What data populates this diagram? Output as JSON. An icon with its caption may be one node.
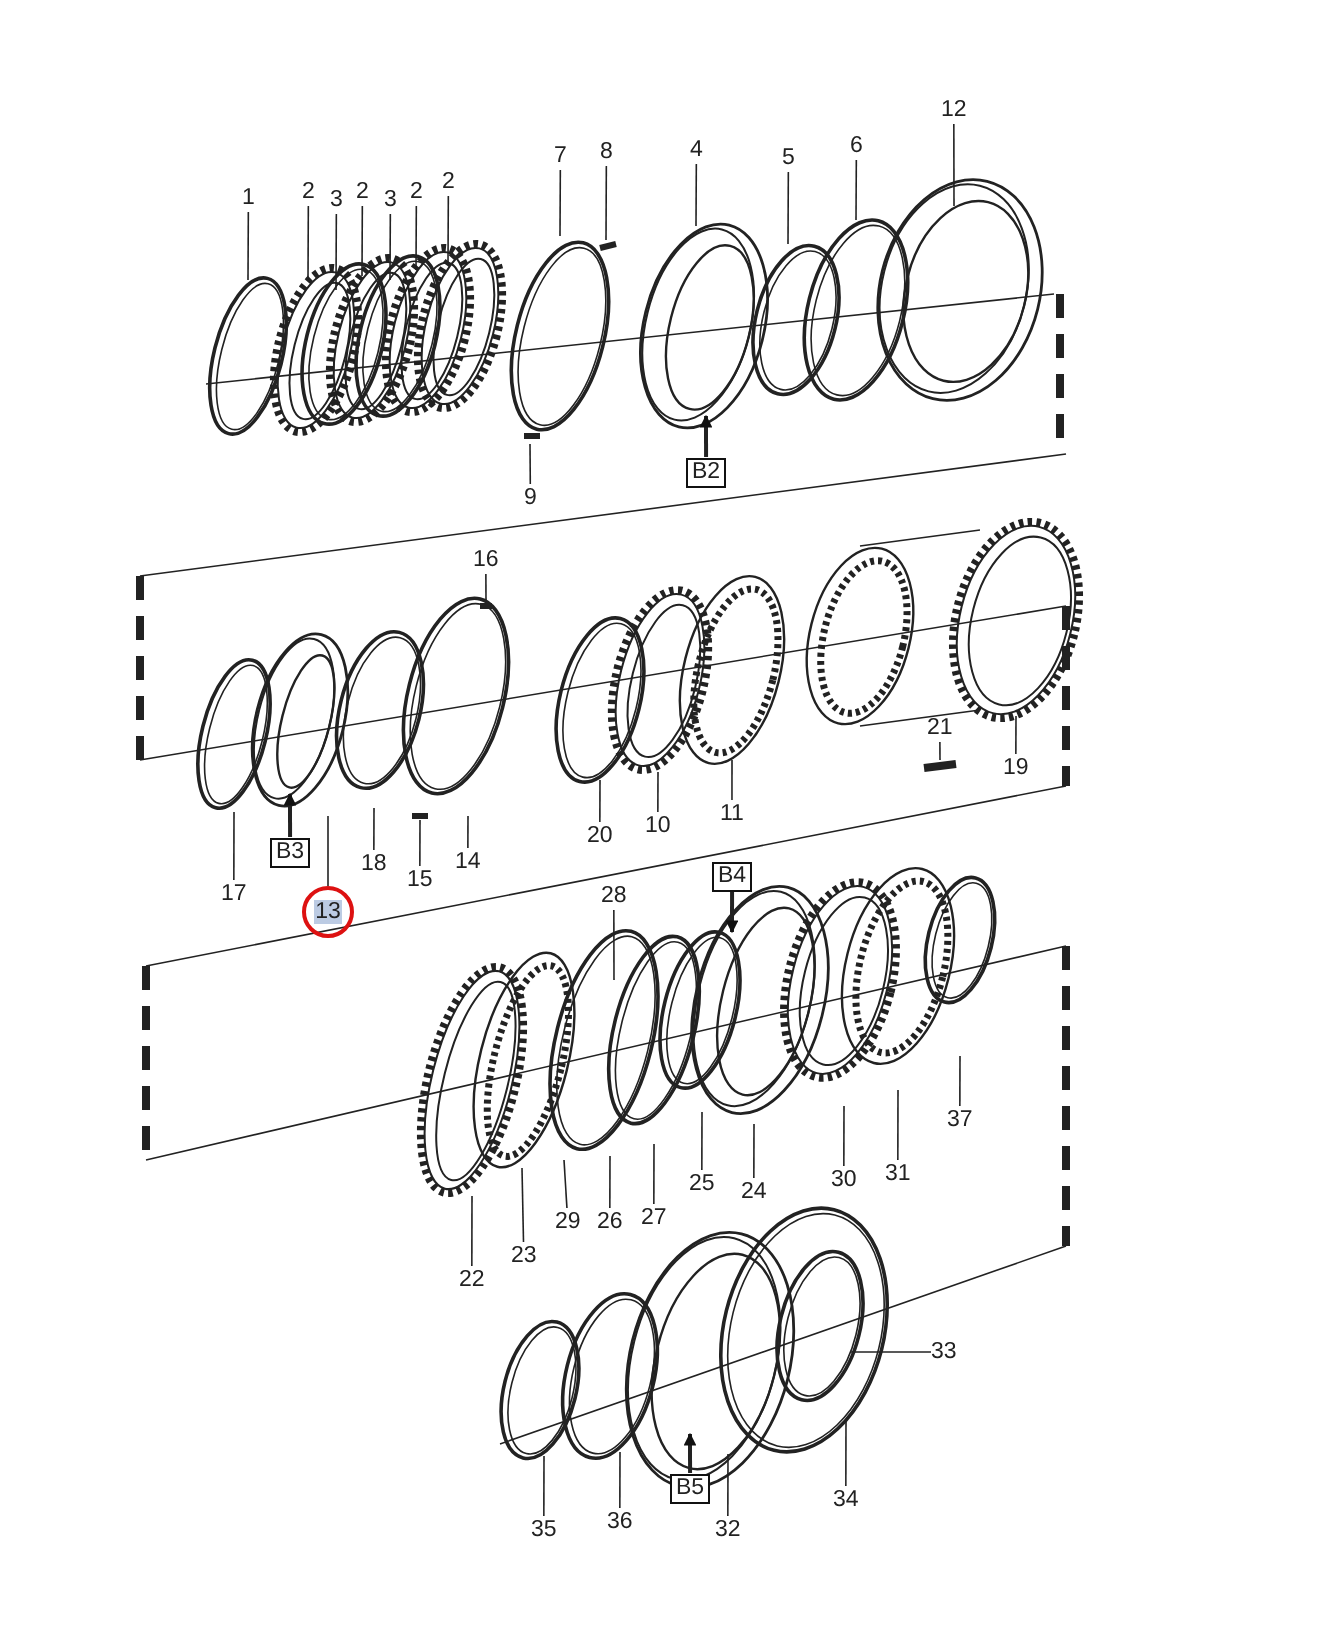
{
  "diagram": {
    "nodes": [
      {
        "text": [
          "12"
        ]
      },
      {
        "text": [
          "8"
        ]
      },
      {
        "text": [
          "6"
        ]
      },
      {
        "text": [
          "4"
        ]
      },
      {
        "text": [
          "7"
        ]
      },
      {
        "text": [
          "5"
        ]
      },
      {
        "text": [
          "2"
        ]
      },
      {
        "text": [
          "1"
        ]
      },
      {
        "text": [
          "2"
        ]
      },
      {
        "text": [
          "3"
        ]
      },
      {
        "text": [
          "2"
        ]
      },
      {
        "text": [
          "3"
        ]
      },
      {
        "text": [
          "2"
        ]
      },
      {
        "text": [
          "B2"
        ]
      },
      {
        "text": [
          "9"
        ]
      },
      {
        "text": [
          "16"
        ]
      },
      {
        "text": [
          "21"
        ]
      },
      {
        "text": [
          "19"
        ]
      },
      {
        "text": [
          "11"
        ]
      },
      {
        "text": [
          "10"
        ]
      },
      {
        "text": [
          "20"
        ]
      },
      {
        "text": [
          "B3"
        ]
      },
      {
        "text": [
          "18"
        ]
      },
      {
        "text": [
          "14"
        ]
      },
      {
        "text": [
          "B4"
        ]
      },
      {
        "text": [
          "15"
        ]
      },
      {
        "text": [
          "17"
        ]
      },
      {
        "text": [
          "28"
        ]
      },
      {
        "text": [
          "13"
        ]
      },
      {
        "text": [
          "37"
        ]
      },
      {
        "text": [
          "31"
        ]
      },
      {
        "text": [
          "30"
        ]
      },
      {
        "text": [
          "25"
        ]
      },
      {
        "text": [
          "24"
        ]
      },
      {
        "text": [
          "27"
        ]
      },
      {
        "text": [
          "29"
        ]
      },
      {
        "text": [
          "26"
        ]
      },
      {
        "text": [
          "23"
        ]
      },
      {
        "text": [
          "22"
        ]
      },
      {
        "text": [
          "33"
        ]
      },
      {
        "text": [
          "B5"
        ]
      },
      {
        "text": [
          "34"
        ]
      },
      {
        "text": [
          "36"
        ]
      },
      {
        "text": [
          "35"
        ]
      },
      {
        "text": [
          "32"
        ]
      }
    ],
    "edges": [
      {
        "from": 0,
        "to": null,
        "arrow": "none"
      },
      {
        "from": 1,
        "to": null,
        "arrow": "none"
      },
      {
        "from": 2,
        "to": null,
        "arrow": "none"
      },
      {
        "from": 3,
        "to": null,
        "arrow": "none"
      },
      {
        "from": 4,
        "to": null,
        "arrow": "none"
      },
      {
        "from": 5,
        "to": null,
        "arrow": "none"
      },
      {
        "from": 6,
        "to": null,
        "arrow": "none"
      },
      {
        "from": 7,
        "to": null,
        "arrow": "none"
      },
      {
        "from": 8,
        "to": null,
        "arrow": "none"
      },
      {
        "from": 9,
        "to": null,
        "arrow": "none"
      },
      {
        "from": 10,
        "to": null,
        "arrow": "none"
      },
      {
        "from": 11,
        "to": null,
        "arrow": "none"
      },
      {
        "from": 12,
        "to": null,
        "arrow": "none"
      },
      {
        "from": 13,
        "to": null,
        "arrow": "to"
      },
      {
        "from": 14,
        "to": null,
        "arrow": "none"
      },
      {
        "from": 15,
        "to": null,
        "arrow": "none"
      },
      {
        "from": 16,
        "to": null,
        "arrow": "none"
      },
      {
        "from": 17,
        "to": null,
        "arrow": "none"
      },
      {
        "from": 18,
        "to": null,
        "arrow": "none"
      },
      {
        "from": 19,
        "to": null,
        "arrow": "none"
      },
      {
        "from": 20,
        "to": null,
        "arrow": "none"
      },
      {
        "from": 21,
        "to": null,
        "arrow": "to"
      },
      {
        "from": 22,
        "to": null,
        "arrow": "none"
      },
      {
        "from": 23,
        "to": null,
        "arrow": "none"
      },
      {
        "from": 24,
        "to": null,
        "arrow": "to"
      },
      {
        "from": 25,
        "to": null,
        "arrow": "none"
      },
      {
        "from": 26,
        "to": null,
        "arrow": "none"
      },
      {
        "from": 27,
        "to": null,
        "arrow": "none"
      },
      {
        "from": 28,
        "to": null,
        "arrow": "none"
      },
      {
        "from": 29,
        "to": null,
        "arrow": "none"
      },
      {
        "from": 30,
        "to": null,
        "arrow": "none"
      },
      {
        "from": 31,
        "to": null,
        "arrow": "none"
      },
      {
        "from": 32,
        "to": null,
        "arrow": "none"
      },
      {
        "from": 33,
        "to": null,
        "arrow": "none"
      },
      {
        "from": 34,
        "to": null,
        "arrow": "none"
      },
      {
        "from": 35,
        "to": null,
        "arrow": "none"
      },
      {
        "from": 36,
        "to": null,
        "arrow": "none"
      },
      {
        "from": 37,
        "to": null,
        "arrow": "none"
      },
      {
        "from": 38,
        "to": null,
        "arrow": "none"
      },
      {
        "from": 39,
        "to": null,
        "arrow": "none"
      },
      {
        "from": 40,
        "to": null,
        "arrow": "to"
      },
      {
        "from": 41,
        "to": null,
        "arrow": "none"
      },
      {
        "from": 42,
        "to": null,
        "arrow": "none"
      },
      {
        "from": 43,
        "to": null,
        "arrow": "none"
      },
      {
        "from": 44,
        "to": null,
        "arrow": "none"
      }
    ]
  }
}
